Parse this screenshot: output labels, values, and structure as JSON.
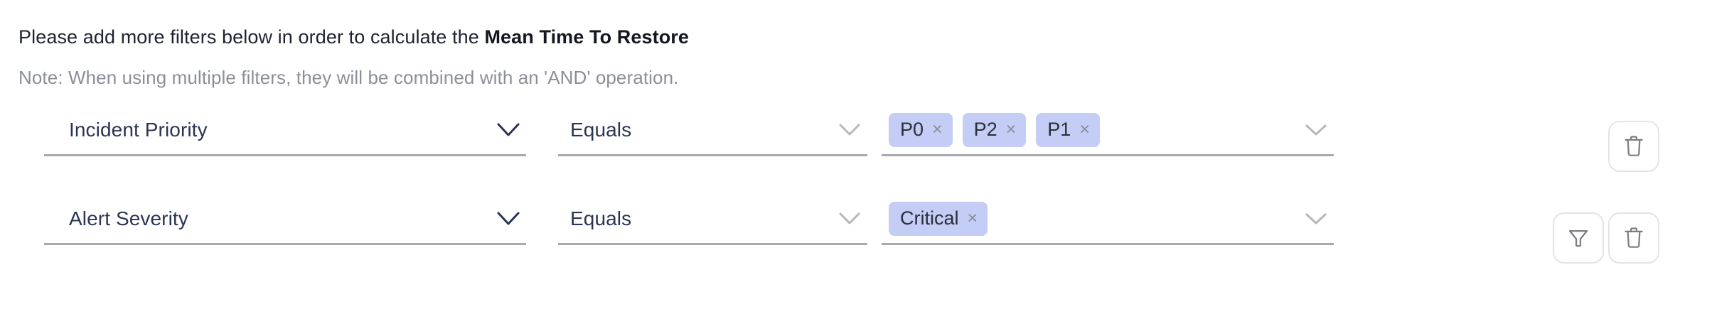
{
  "header": {
    "intro_prefix": "Please add more filters below in order to calculate the ",
    "intro_metric": "Mean Time To Restore",
    "note": "Note: When using multiple filters, they will be combined with an 'AND' operation."
  },
  "colors": {
    "tag_background": "#c3cdf5",
    "tag_text": "#2b2f38",
    "field_text": "#2b3553",
    "underline": "#a8a9ad",
    "note_text": "#8b8f99",
    "icon_stroke": "#7b7d83",
    "button_border": "#e3e4e7"
  },
  "filter_rows": [
    {
      "field": "Incident Priority",
      "field_chevron": "chevron-down-icon",
      "operator": "Equals",
      "operator_chevron": "chevron-down-icon",
      "values": [
        {
          "label": "P0",
          "remove": "×"
        },
        {
          "label": "P2",
          "remove": "×"
        },
        {
          "label": "P1",
          "remove": "×"
        }
      ],
      "values_chevron": "chevron-down-icon",
      "actions": [
        {
          "name": "delete-filter-button",
          "icon": "trash-icon"
        }
      ]
    },
    {
      "field": "Alert Severity",
      "field_chevron": "chevron-down-icon",
      "operator": "Equals",
      "operator_chevron": "chevron-down-icon",
      "values": [
        {
          "label": "Critical",
          "remove": "×"
        }
      ],
      "values_chevron": "chevron-down-icon",
      "actions": [
        {
          "name": "add-filter-button",
          "icon": "funnel-icon"
        },
        {
          "name": "delete-filter-button",
          "icon": "trash-icon"
        }
      ]
    }
  ]
}
